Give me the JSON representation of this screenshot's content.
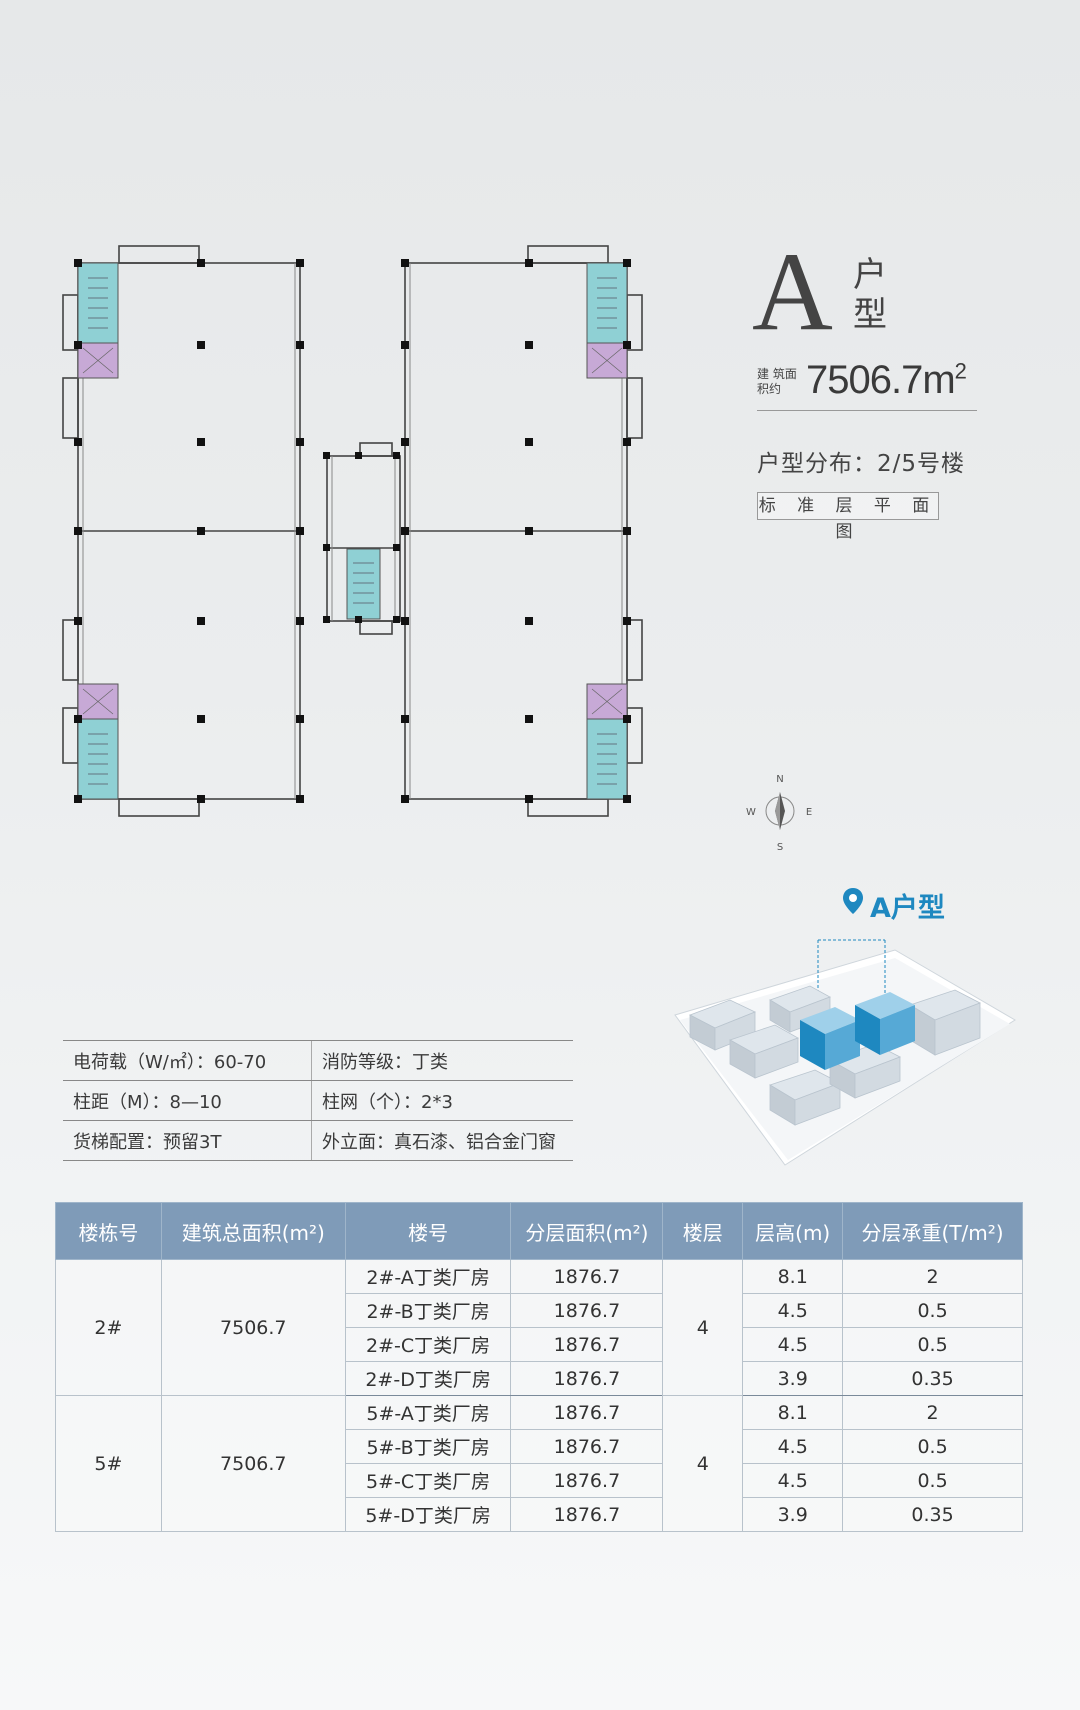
{
  "unit": {
    "letter": "A",
    "type_chars": "户型",
    "area_label": "建 筑面积约",
    "area_value": "7506.7",
    "area_unit": "m",
    "area_unit_sup": "2",
    "distribution": "户型分布：2/5号楼",
    "plan_name": "标 准 层 平 面 图"
  },
  "compass": {
    "n": "N",
    "s": "S",
    "e": "E",
    "w": "W"
  },
  "location": {
    "label": "A户型"
  },
  "specs": [
    [
      "电荷载（W/㎡）：60-70",
      "消防等级：丁类"
    ],
    [
      "柱距（M）：8—10",
      "柱网（个）：2*3"
    ],
    [
      "货梯配置：预留3T",
      "外立面：真石漆、铝合金门窗"
    ]
  ],
  "table": {
    "headers": [
      "楼栋号",
      "建筑总面积(m²)",
      "楼号",
      "分层面积(m²)",
      "楼层",
      "层高(m)",
      "分层承重(T/m²)"
    ],
    "groups": [
      {
        "building": "2#",
        "total_area": "7506.7",
        "floors": "4",
        "rows": [
          {
            "name": "2#-A丁类厂房",
            "floor_area": "1876.7",
            "height": "8.1",
            "load": "2"
          },
          {
            "name": "2#-B丁类厂房",
            "floor_area": "1876.7",
            "height": "4.5",
            "load": "0.5"
          },
          {
            "name": "2#-C丁类厂房",
            "floor_area": "1876.7",
            "height": "4.5",
            "load": "0.5"
          },
          {
            "name": "2#-D丁类厂房",
            "floor_area": "1876.7",
            "height": "3.9",
            "load": "0.35"
          }
        ]
      },
      {
        "building": "5#",
        "total_area": "7506.7",
        "floors": "4",
        "rows": [
          {
            "name": "5#-A丁类厂房",
            "floor_area": "1876.7",
            "height": "8.1",
            "load": "2"
          },
          {
            "name": "5#-B丁类厂房",
            "floor_area": "1876.7",
            "height": "4.5",
            "load": "0.5"
          },
          {
            "name": "5#-C丁类厂房",
            "floor_area": "1876.7",
            "height": "4.5",
            "load": "0.5"
          },
          {
            "name": "5#-D丁类厂房",
            "floor_area": "1876.7",
            "height": "3.9",
            "load": "0.35"
          }
        ]
      }
    ]
  },
  "colors": {
    "stair_fill": "#8fd0d4",
    "elevator_fill": "#c7a9d6",
    "accent": "#1e88c0",
    "header_bg": "#7f9bb8"
  }
}
